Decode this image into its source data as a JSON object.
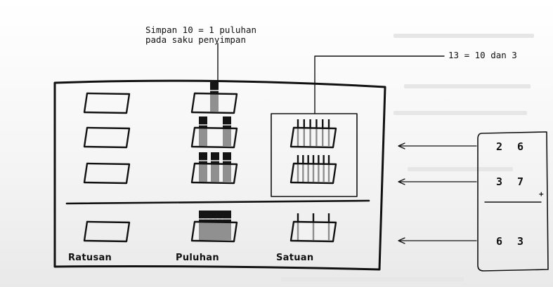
{
  "annotations": {
    "store_note_line1": "Simpan 10 = 1 puluhan",
    "store_note_line2": "pada saku penyimpan",
    "regroup_note": "13 = 10 dan 3"
  },
  "columns": {
    "hundreds_label": "Ratusan",
    "tens_label": "Puluhan",
    "ones_label": "Satuan"
  },
  "sum": {
    "row1": "2 6",
    "row2": "3 7",
    "operator": "+",
    "result": "6 3"
  },
  "place_value": {
    "row1": {
      "hundreds": 0,
      "tens": 2,
      "ones": 6
    },
    "row2": {
      "hundreds": 0,
      "tens": 3,
      "ones": 7
    },
    "carried_tens": 1,
    "regroup_total_ones": 13,
    "result": {
      "hundreds": 0,
      "tens": 6,
      "ones": 3
    }
  },
  "colors": {
    "ink": "#111111",
    "paper": "#f6f6f6"
  }
}
